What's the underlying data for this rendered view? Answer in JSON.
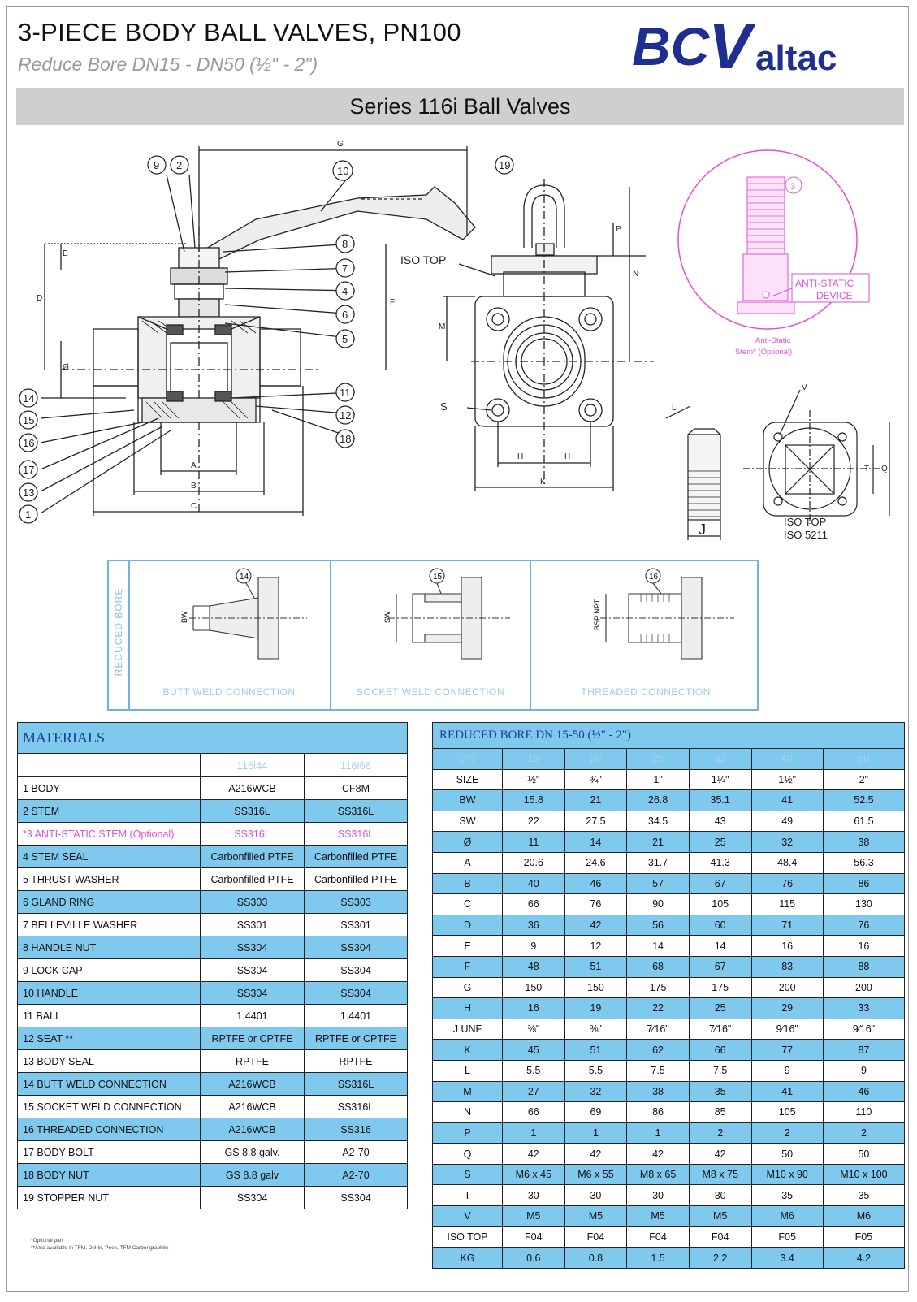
{
  "header": {
    "title": "3-PIECE BODY BALL VALVES, PN100",
    "subtitle": "Reduce Bore DN15 - DN50 (½\" - 2\")",
    "series": "Series 116i Ball Valves"
  },
  "logo": {
    "text_bc": "BC",
    "text_v": "V",
    "text_rest": "altac",
    "color": "#1f2f8f"
  },
  "drawing": {
    "labels": {
      "iso_top": "ISO TOP",
      "iso_top_bottom": "ISO TOP",
      "iso_std": "ISO 5211",
      "anti_static_device": "ANTI-STATIC DEVICE",
      "anti_static_stem": "Anti-Static Stem* (Optional)"
    },
    "dims": {
      "g": "G",
      "a": "A",
      "b": "B",
      "c": "C",
      "d": "D",
      "e": "E",
      "f": "F",
      "phi": "Ø",
      "p": "P",
      "n": "N",
      "m": "M",
      "h1": "H",
      "h2": "H",
      "k": "K",
      "s": "S",
      "l": "L",
      "j": "J",
      "v": "V",
      "t": "T",
      "q": "Q"
    },
    "balloons": [
      "9",
      "2",
      "10",
      "8",
      "7",
      "4",
      "6",
      "5",
      "11",
      "12",
      "18",
      "14",
      "15",
      "16",
      "17",
      "13",
      "1",
      "19",
      "3"
    ]
  },
  "connections": {
    "side_label": "REDUCED BORE",
    "items": [
      {
        "balloon": "14",
        "dim": "BW",
        "caption": "BUTT WELD CONNECTION"
      },
      {
        "balloon": "15",
        "dim": "SW",
        "caption": "SOCKET WELD CONNECTION"
      },
      {
        "balloon": "16",
        "dim": "BSP NPT",
        "caption": "THREADED CONNECTION"
      }
    ]
  },
  "materials": {
    "title": "MATERIALS",
    "columns": [
      "",
      "116i44",
      "116i66"
    ],
    "rows": [
      {
        "part": "1 BODY",
        "a": "A216WCB",
        "b": "CF8M",
        "hl": false,
        "pink": false
      },
      {
        "part": "2 STEM",
        "a": "SS316L",
        "b": "SS316L",
        "hl": true,
        "pink": false
      },
      {
        "part": "*3 ANTI-STATIC STEM (Optional)",
        "a": "SS316L",
        "b": "SS316L",
        "hl": false,
        "pink": true
      },
      {
        "part": "4 STEM SEAL",
        "a": "Carbonfilled PTFE",
        "b": "Carbonfilled PTFE",
        "hl": true,
        "pink": false
      },
      {
        "part": "5 THRUST WASHER",
        "a": "Carbonfilled PTFE",
        "b": "Carbonfilled PTFE",
        "hl": false,
        "pink": false
      },
      {
        "part": "6 GLAND RING",
        "a": "SS303",
        "b": "SS303",
        "hl": true,
        "pink": false
      },
      {
        "part": "7 BELLEVILLE WASHER",
        "a": "SS301",
        "b": "SS301",
        "hl": false,
        "pink": false
      },
      {
        "part": "8 HANDLE NUT",
        "a": "SS304",
        "b": "SS304",
        "hl": true,
        "pink": false
      },
      {
        "part": "9 LOCK CAP",
        "a": "SS304",
        "b": "SS304",
        "hl": false,
        "pink": false
      },
      {
        "part": "10 HANDLE",
        "a": "SS304",
        "b": "SS304",
        "hl": true,
        "pink": false
      },
      {
        "part": "11 BALL",
        "a": "1.4401",
        "b": "1.4401",
        "hl": false,
        "pink": false
      },
      {
        "part": "12 SEAT **",
        "a": "RPTFE or CPTFE",
        "b": "RPTFE or CPTFE",
        "hl": true,
        "pink": false
      },
      {
        "part": "13 BODY SEAL",
        "a": "RPTFE",
        "b": "RPTFE",
        "hl": false,
        "pink": false
      },
      {
        "part": "14 BUTT WELD CONNECTION",
        "a": "A216WCB",
        "b": "SS316L",
        "hl": true,
        "pink": false
      },
      {
        "part": "15 SOCKET WELD CONNECTION",
        "a": "A216WCB",
        "b": "SS316L",
        "hl": false,
        "pink": false
      },
      {
        "part": "16 THREADED CONNECTION",
        "a": "A216WCB",
        "b": "SS316",
        "hl": true,
        "pink": false
      },
      {
        "part": "17 BODY BOLT",
        "a": "GS 8.8 galv.",
        "b": "A2-70",
        "hl": false,
        "pink": false
      },
      {
        "part": "18 BODY NUT",
        "a": "GS 8.8 galv",
        "b": "A2-70",
        "hl": true,
        "pink": false
      },
      {
        "part": "19 STOPPER NUT",
        "a": "SS304",
        "b": "SS304",
        "hl": false,
        "pink": false
      }
    ],
    "footnotes": [
      "*Optional part",
      "**Also available in TFM, Delrin, Peek, TFM Carbongraphite"
    ]
  },
  "dimensions": {
    "title": "REDUCED BORE DN 15-50 (½\" - 2\")",
    "columns": [
      "DN",
      "15",
      "20",
      "25",
      "32",
      "40",
      "50"
    ],
    "rows": [
      {
        "label": "SIZE",
        "values": [
          "½\"",
          "¾\"",
          "1\"",
          "1¼\"",
          "1½\"",
          "2\""
        ],
        "hl": false
      },
      {
        "label": "BW",
        "values": [
          "15.8",
          "21",
          "26.8",
          "35.1",
          "41",
          "52.5"
        ],
        "hl": true
      },
      {
        "label": "SW",
        "values": [
          "22",
          "27.5",
          "34.5",
          "43",
          "49",
          "61.5"
        ],
        "hl": false
      },
      {
        "label": "Ø",
        "values": [
          "11",
          "14",
          "21",
          "25",
          "32",
          "38"
        ],
        "hl": true
      },
      {
        "label": "A",
        "values": [
          "20.6",
          "24.6",
          "31.7",
          "41.3",
          "48.4",
          "56.3"
        ],
        "hl": false
      },
      {
        "label": "B",
        "values": [
          "40",
          "46",
          "57",
          "67",
          "76",
          "86"
        ],
        "hl": true
      },
      {
        "label": "C",
        "values": [
          "66",
          "76",
          "90",
          "105",
          "115",
          "130"
        ],
        "hl": false
      },
      {
        "label": "D",
        "values": [
          "36",
          "42",
          "56",
          "60",
          "71",
          "76"
        ],
        "hl": true
      },
      {
        "label": "E",
        "values": [
          "9",
          "12",
          "14",
          "14",
          "16",
          "16"
        ],
        "hl": false
      },
      {
        "label": "F",
        "values": [
          "48",
          "51",
          "68",
          "67",
          "83",
          "88"
        ],
        "hl": true
      },
      {
        "label": "G",
        "values": [
          "150",
          "150",
          "175",
          "175",
          "200",
          "200"
        ],
        "hl": false
      },
      {
        "label": "H",
        "values": [
          "16",
          "19",
          "22",
          "25",
          "29",
          "33"
        ],
        "hl": true
      },
      {
        "label": "J UNF",
        "values": [
          "⅜\"",
          "⅜\"",
          "7⁄16\"",
          "7⁄16\"",
          "9⁄16\"",
          "9⁄16\""
        ],
        "hl": false
      },
      {
        "label": "K",
        "values": [
          "45",
          "51",
          "62",
          "66",
          "77",
          "87"
        ],
        "hl": true
      },
      {
        "label": "L",
        "values": [
          "5.5",
          "5.5",
          "7.5",
          "7.5",
          "9",
          "9"
        ],
        "hl": false
      },
      {
        "label": "M",
        "values": [
          "27",
          "32",
          "38",
          "35",
          "41",
          "46"
        ],
        "hl": true
      },
      {
        "label": "N",
        "values": [
          "66",
          "69",
          "86",
          "85",
          "105",
          "110"
        ],
        "hl": false
      },
      {
        "label": "P",
        "values": [
          "1",
          "1",
          "1",
          "2",
          "2",
          "2"
        ],
        "hl": true
      },
      {
        "label": "Q",
        "values": [
          "42",
          "42",
          "42",
          "42",
          "50",
          "50"
        ],
        "hl": false
      },
      {
        "label": "S",
        "values": [
          "M6 x 45",
          "M6 x 55",
          "M8 x 65",
          "M8 x 75",
          "M10 x 90",
          "M10 x 100"
        ],
        "hl": true
      },
      {
        "label": "T",
        "values": [
          "30",
          "30",
          "30",
          "30",
          "35",
          "35"
        ],
        "hl": false
      },
      {
        "label": "V",
        "values": [
          "M5",
          "M5",
          "M5",
          "M5",
          "M6",
          "M6"
        ],
        "hl": true
      },
      {
        "label": "ISO TOP",
        "values": [
          "F04",
          "F04",
          "F04",
          "F04",
          "F05",
          "F05"
        ],
        "hl": false
      },
      {
        "label": "KG",
        "values": [
          "0.6",
          "0.8",
          "1.5",
          "2.2",
          "3.4",
          "4.2"
        ],
        "hl": true
      }
    ]
  },
  "colors": {
    "highlight": "#7fc8ee",
    "brand": "#1f2f8f",
    "pink": "#e14fd4",
    "frame_blue": "#6eb4e2"
  }
}
